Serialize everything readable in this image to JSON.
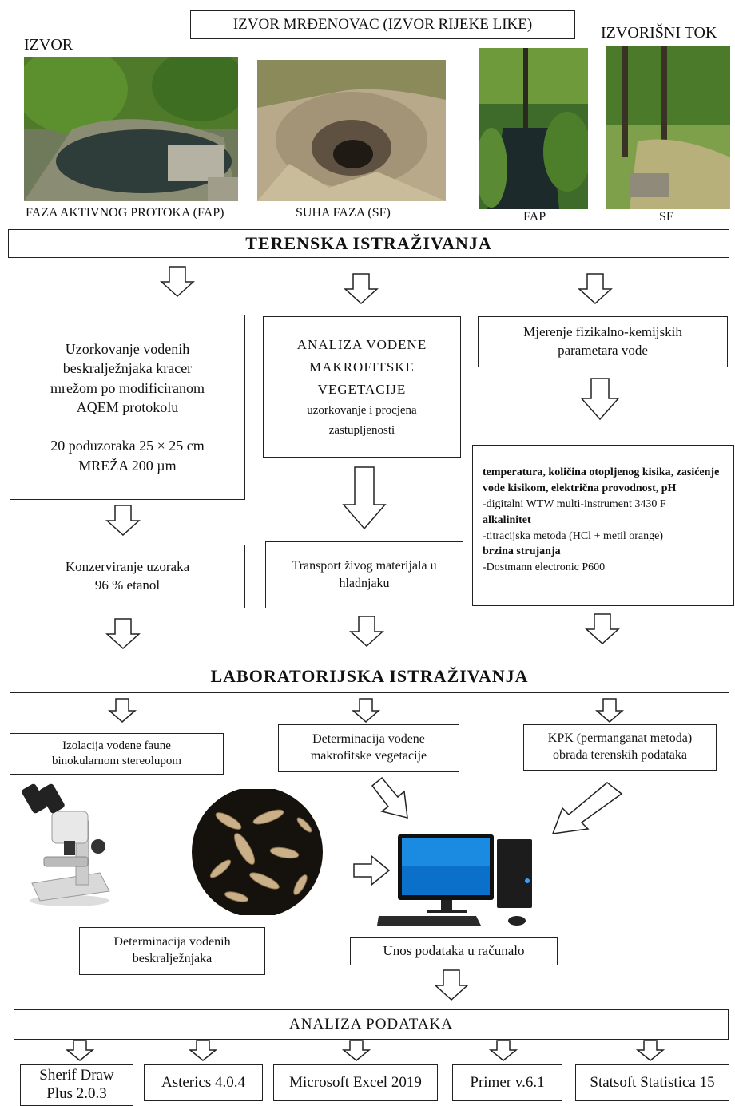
{
  "header": {
    "title": "IZVOR MRĐENOVAC (IZVOR RIJEKE LIKE)",
    "izvor": "IZVOR",
    "tok": "IZVORIŠNI TOK"
  },
  "photos": {
    "fap_caption": "FAZA AKTIVNOG PROTOKA (FAP)",
    "sf_caption": "SUHA FAZA (SF)",
    "fap_short": "FAP",
    "sf_short": "SF"
  },
  "field": {
    "title": "TERENSKA ISTRAŽIVANJA",
    "col1_box1": "Uzorkovanje vodenih\nbeskralježnjaka kracer\nmrežom po modificiranom\nAQEM protokolu\n\n20 poduzoraka 25 × 25 cm\nMREŽA 200 µm",
    "col1_box2": "Konzerviranje uzoraka\n96 % etanol",
    "col2_box1_upper": "ANALIZA VODENE\nMAKROFITSKE\nVEGETACIJE",
    "col2_box1_lower": "uzorkovanje i procjena\nzastupljenosti",
    "col2_box2": "Transport živog materijala u\nhladnjaku",
    "col3_box1": "Mjerenje fizikalno-kemijskih\nparametara vode",
    "col3_params": [
      {
        "bold": true,
        "text": "temperatura, količina otopljenog kisika, zasićenje vode kisikom, električna provodnost, pH"
      },
      {
        "bold": false,
        "text": " -digitalni WTW multi-instrument 3430 F"
      },
      {
        "bold": true,
        "text": "alkalinitet"
      },
      {
        "bold": false,
        "text": " -titracijska metoda (HCl + metil orange)"
      },
      {
        "bold": true,
        "text": "brzina strujanja"
      },
      {
        "bold": false,
        "text": " -Dostmann electronic P600"
      }
    ]
  },
  "lab": {
    "title": "LABORATORIJSKA ISTRAŽIVANJA",
    "col1": "Izolacija vodene faune\nbinokularnom stereolupom",
    "col2": "Determinacija vodene\nmakrofitske vegetacije",
    "col3": "KPK (permanganat metoda)\nobrada terenskih podataka",
    "determ": "Determinacija vodenih\nbeskralježnjaka",
    "unos": "Unos podataka u računalo"
  },
  "analysis": {
    "title": "ANALIZA PODATAKA",
    "tools": [
      "Sherif Draw\nPlus 2.0.3",
      "Asterics 4.0.4",
      "Microsoft Excel 2019",
      "Primer v.6.1",
      "Statsoft Statistica 15"
    ]
  }
}
